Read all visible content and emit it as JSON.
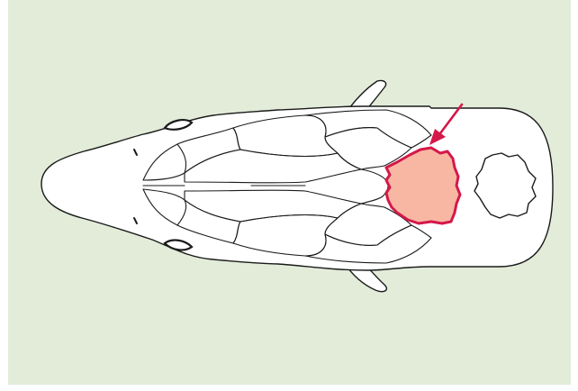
{
  "figure": {
    "subject": "skull-dorsal-view",
    "highlighted_region": "highlighted-bone-plate",
    "arrow_indicator": "arrow-pointing-to-highlight"
  },
  "colors": {
    "background": "#e2ecd9",
    "bone_fill": "#ffffff",
    "outline": "#1a1a1a",
    "highlight_fill": "#f7b7a3",
    "highlight_stroke": "#d4184a",
    "arrow": "#d4184a"
  }
}
